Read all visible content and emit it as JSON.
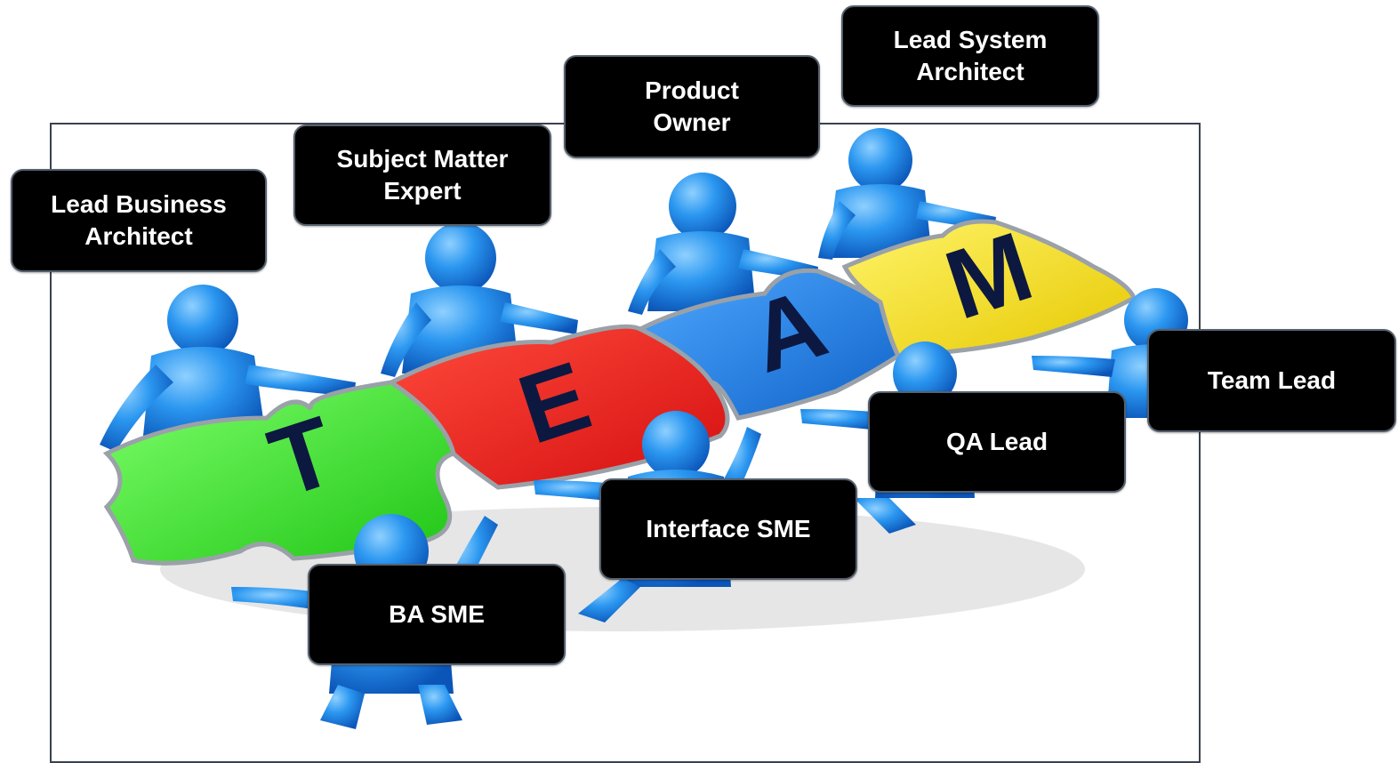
{
  "diagram": {
    "puzzle_letters": [
      "T",
      "E",
      "A",
      "M"
    ],
    "puzzle_colors": {
      "T": "#35e92c",
      "E": "#f01b1b",
      "A": "#1e7fe6",
      "M": "#f5e31a"
    },
    "figure_color": "#1d8de8",
    "roles": {
      "lead_business_architect": "Lead Business\nArchitect",
      "subject_matter_expert": "Subject Matter\nExpert",
      "product_owner": "Product\nOwner",
      "lead_system_architect": "Lead System\nArchitect",
      "team_lead": "Team Lead",
      "qa_lead": "QA Lead",
      "interface_sme": "Interface SME",
      "ba_sme": "BA SME"
    }
  }
}
